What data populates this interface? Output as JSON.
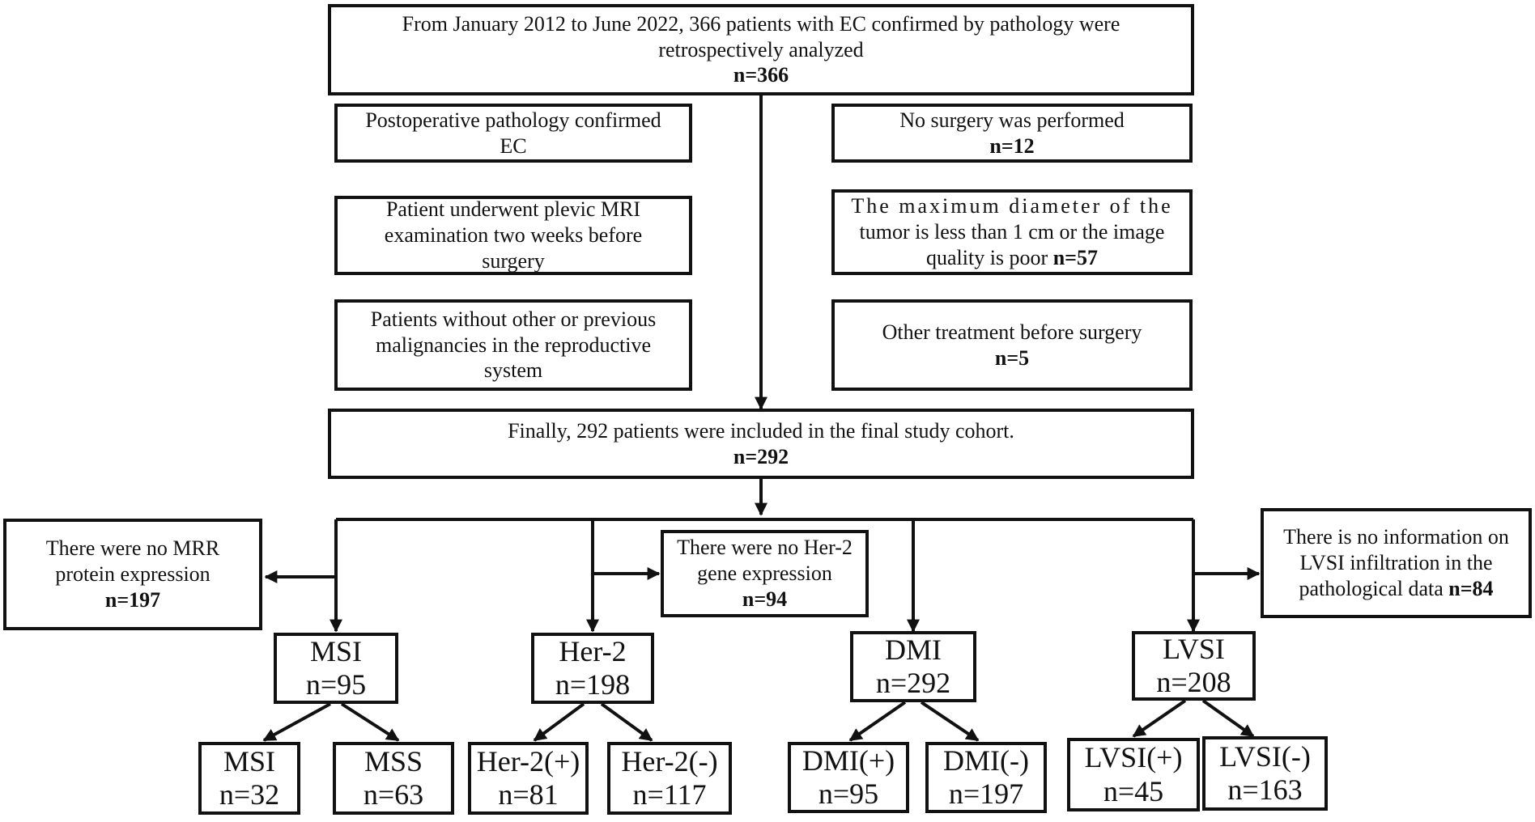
{
  "top": {
    "line1": "From January 2012 to June 2022, 366 patients with EC confirmed by pathology were",
    "line2": "retrospectively analyzed",
    "n": "n=366"
  },
  "criteria_left": [
    {
      "line1": "Postoperative pathology confirmed",
      "line2": "EC"
    },
    {
      "line1": "Patient underwent plevic MRI",
      "line2": "examination two weeks before",
      "line3": "surgery"
    },
    {
      "line1": "Patients without other or previous",
      "line2": "malignancies in the reproductive",
      "line3": "system"
    }
  ],
  "exclusions_right": [
    {
      "line1": "No surgery was performed",
      "n": "n=12"
    },
    {
      "line1": "The maximum diameter of the",
      "line2": "tumor is less than 1 cm or the image",
      "line3": "quality is poor",
      "n": "n=57"
    },
    {
      "line1": "Other treatment before surgery",
      "n": "n=5"
    }
  ],
  "cohort": {
    "line1": "Finally, 292 patients were included in the final study cohort.",
    "n": "n=292"
  },
  "missing": {
    "mrr": {
      "line1": "There were no MRR",
      "line2": "protein  expression",
      "n": "n=197"
    },
    "her2": {
      "line1": "There were no Her-2",
      "line2": "gene expression",
      "n": "n=94"
    },
    "lvsi": {
      "line1": "There is no information on",
      "line2": "LVSI infiltration in the",
      "line3": "pathological data",
      "n": "n=84"
    }
  },
  "groups": [
    {
      "name": "MSI",
      "n": "n=95",
      "children": [
        {
          "name": "MSI",
          "n": "n=32"
        },
        {
          "name": "MSS",
          "n": "n=63"
        }
      ]
    },
    {
      "name": "Her-2",
      "n": "n=198",
      "children": [
        {
          "name": "Her-2(+)",
          "n": "n=81"
        },
        {
          "name": "Her-2(-)",
          "n": "n=117"
        }
      ]
    },
    {
      "name": "DMI",
      "n": "n=292",
      "children": [
        {
          "name": "DMI(+)",
          "n": "n=95"
        },
        {
          "name": "DMI(-)",
          "n": "n=197"
        }
      ]
    },
    {
      "name": "LVSI",
      "n": "n=208",
      "children": [
        {
          "name": "LVSI(+)",
          "n": "n=45"
        },
        {
          "name": "LVSI(-)",
          "n": "n=163"
        }
      ]
    }
  ]
}
